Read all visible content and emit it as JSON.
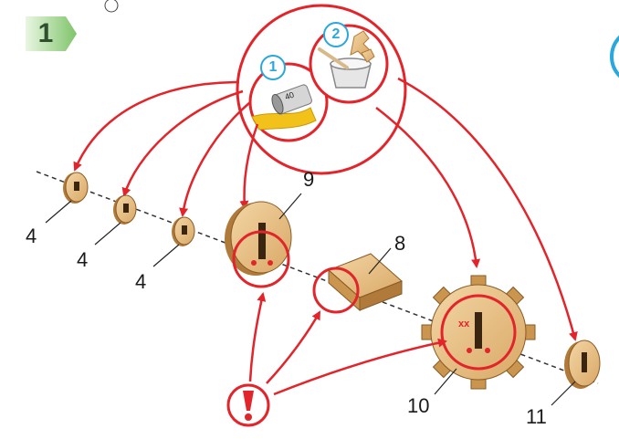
{
  "step": {
    "number": "1"
  },
  "callouts": {
    "glue_number": "1",
    "soak_number": "2",
    "glue_tube_text": "40"
  },
  "parts": [
    {
      "id": "4a",
      "label": "4"
    },
    {
      "id": "4b",
      "label": "4"
    },
    {
      "id": "4c",
      "label": "4"
    },
    {
      "id": "9",
      "label": "9"
    },
    {
      "id": "8",
      "label": "8"
    },
    {
      "id": "10",
      "label": "10"
    },
    {
      "id": "11",
      "label": "11"
    }
  ],
  "gear_mark": "xx",
  "colors": {
    "arrow": "#e1252b",
    "wood": "#e8c28a",
    "wood_edge": "#b07a3a",
    "badge": "#7fc46a",
    "callout_blue": "#2aa7dd",
    "glue": "#f3c21a"
  },
  "icons": [
    "exclamation-icon",
    "glue-tube-icon",
    "soak-bowl-icon"
  ]
}
